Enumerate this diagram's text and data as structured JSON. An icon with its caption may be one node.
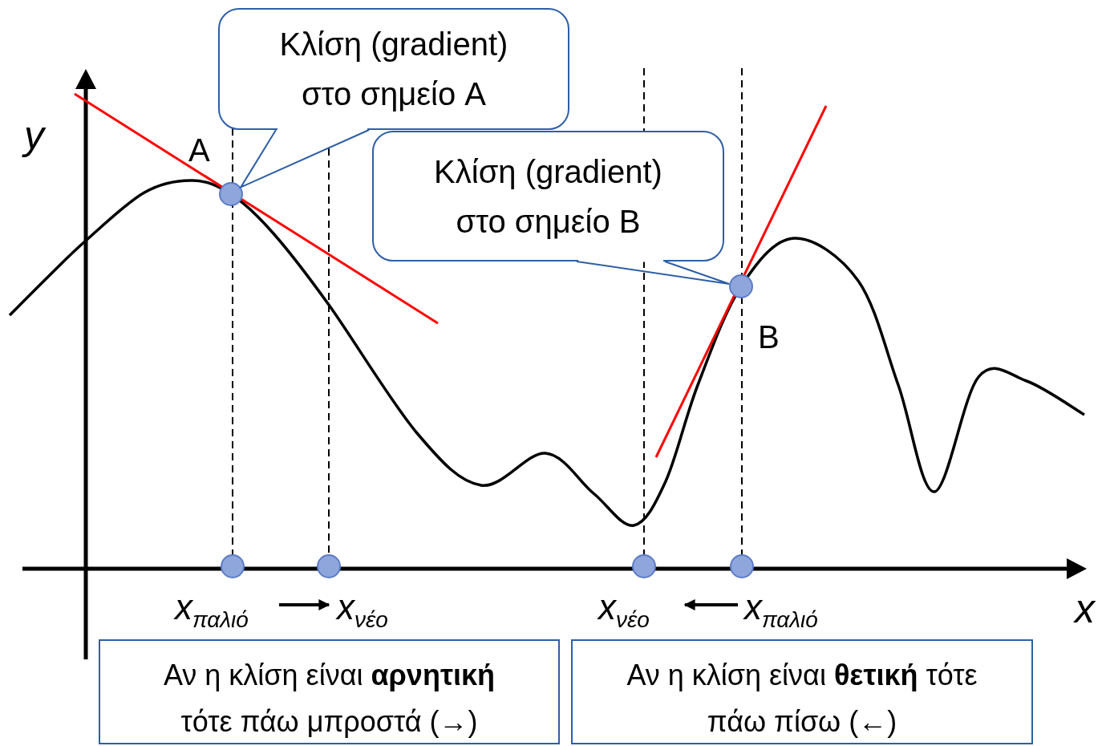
{
  "diagram": {
    "nodes": [
      {
        "text": [
          "Κλίση (gradient) στο σημείο A"
        ]
      },
      {
        "text": [
          "Κλίση (gradient) στο σημείο B"
        ]
      },
      {
        "text": [],
        "shape": "circle",
        "beside": [
          "A"
        ]
      },
      {
        "text": [],
        "shape": "circle",
        "beside": [
          "B"
        ]
      },
      {
        "text": [],
        "shape": "circle"
      },
      {
        "text": [],
        "shape": "circle"
      },
      {
        "text": [],
        "shape": "circle"
      },
      {
        "text": [],
        "shape": "circle"
      },
      {
        "text": [
          "x$_{παλιό}$"
        ]
      },
      {
        "text": [
          "x$_{νέο}$"
        ]
      },
      {
        "text": [
          "x$_{νέο}$"
        ]
      },
      {
        "text": [
          "x$_{παλιό}$"
        ]
      },
      {
        "text": [
          "Αν η κλίση είναι **αρνητική** τότε πάω μπροστά (→)"
        ]
      },
      {
        "text": [
          "Αν η κλίση είναι **θετική** τότε πάω πίσω (←)"
        ]
      }
    ],
    "edges": [
      {
        "from": 0,
        "to": 2,
        "arrow": "none"
      },
      {
        "from": 1,
        "to": 3,
        "arrow": "none"
      },
      {
        "from": 8,
        "to": 9,
        "arrow": "to",
        "color": "#000000"
      },
      {
        "from": 11,
        "to": 10,
        "arrow": "to",
        "color": "#000000"
      }
    ],
    "labels": [
      "y",
      "x"
    ]
  }
}
